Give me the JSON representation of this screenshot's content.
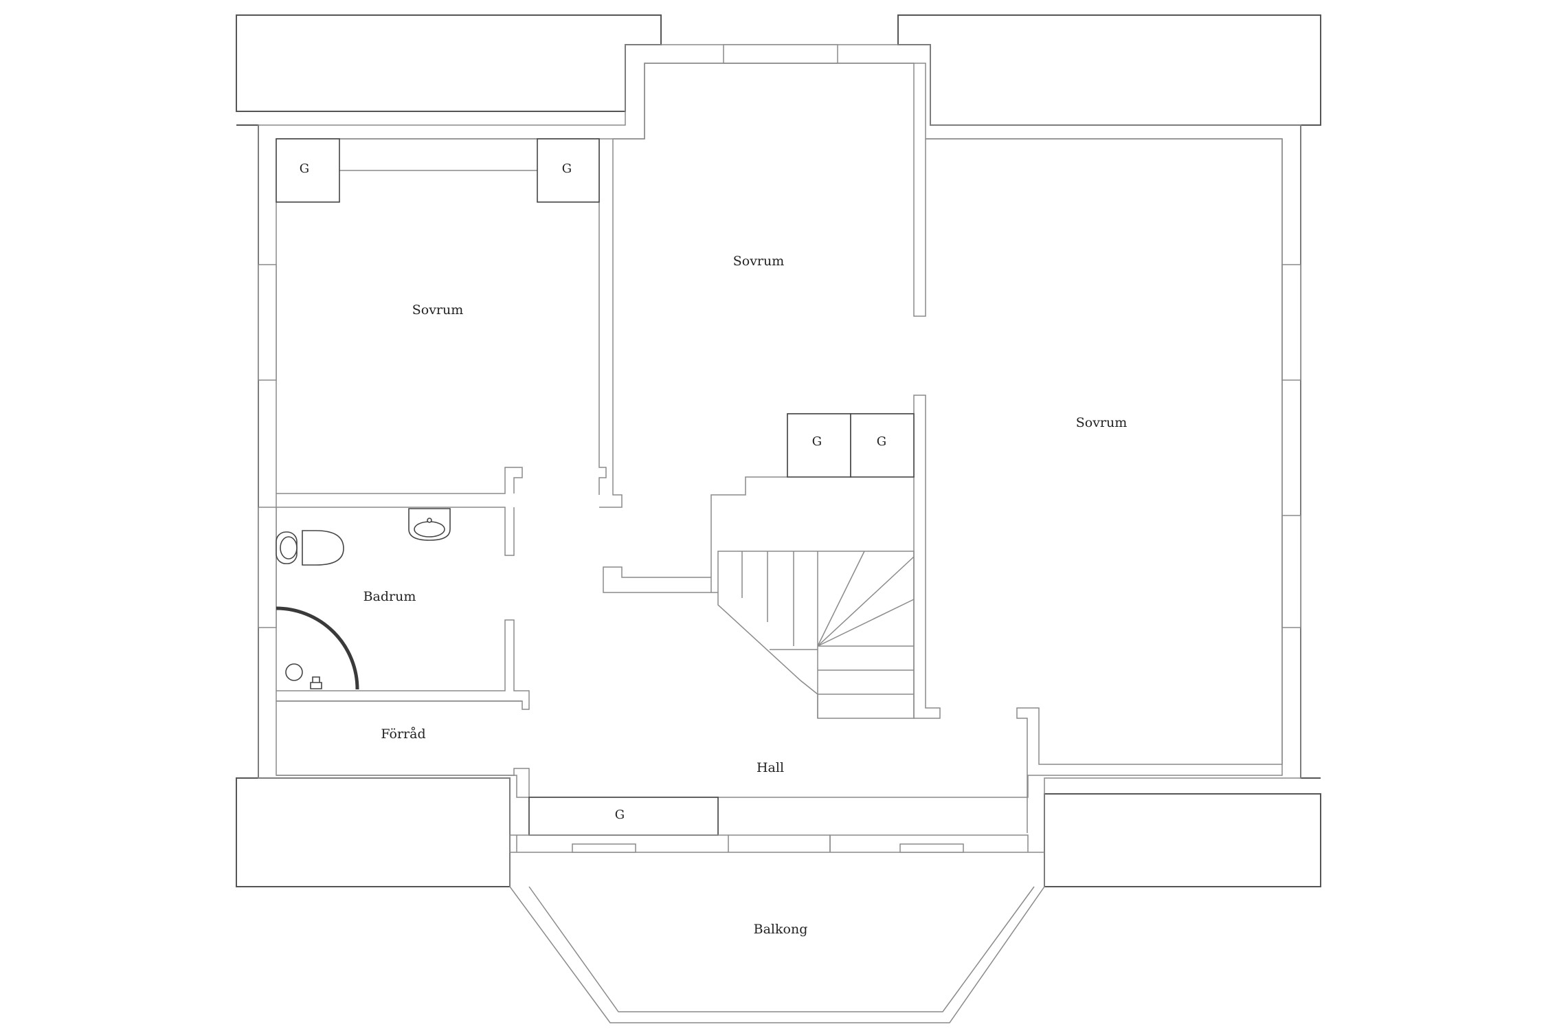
{
  "rooms": {
    "bedroom_left": "Sovrum",
    "bedroom_middle": "Sovrum",
    "bedroom_right": "Sovrum",
    "bathroom": "Badrum",
    "storage": "Förråd",
    "hall": "Hall",
    "balcony": "Balkong"
  },
  "closets": {
    "wardrobe_label": "G"
  }
}
